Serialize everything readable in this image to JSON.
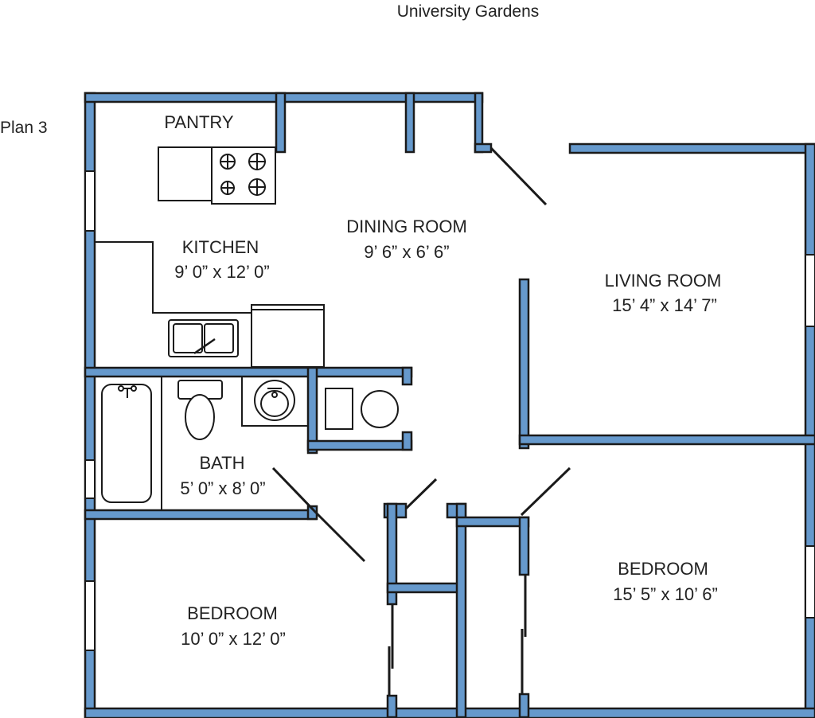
{
  "header": {
    "title": "University Gardens",
    "plan_label": "Plan 3"
  },
  "colors": {
    "wall": "#6699cc",
    "outline": "#1a1a1a",
    "background": "#ffffff"
  },
  "rooms": {
    "pantry": {
      "name": "PANTRY"
    },
    "kitchen": {
      "name": "KITCHEN",
      "size": "9’ 0” x 12’ 0”"
    },
    "dining_room": {
      "name": "DINING ROOM",
      "size": "9’ 6” x 6’ 6”"
    },
    "living_room": {
      "name": "LIVING ROOM",
      "size": "15’ 4” x 14’ 7”"
    },
    "bath": {
      "name": "BATH",
      "size": "5’ 0” x 8’ 0”"
    },
    "bedroom_left": {
      "name": "BEDROOM",
      "size": "10’ 0” x 12’ 0”"
    },
    "bedroom_right": {
      "name": "BEDROOM",
      "size": "15’ 5” x 10’ 6”"
    }
  }
}
